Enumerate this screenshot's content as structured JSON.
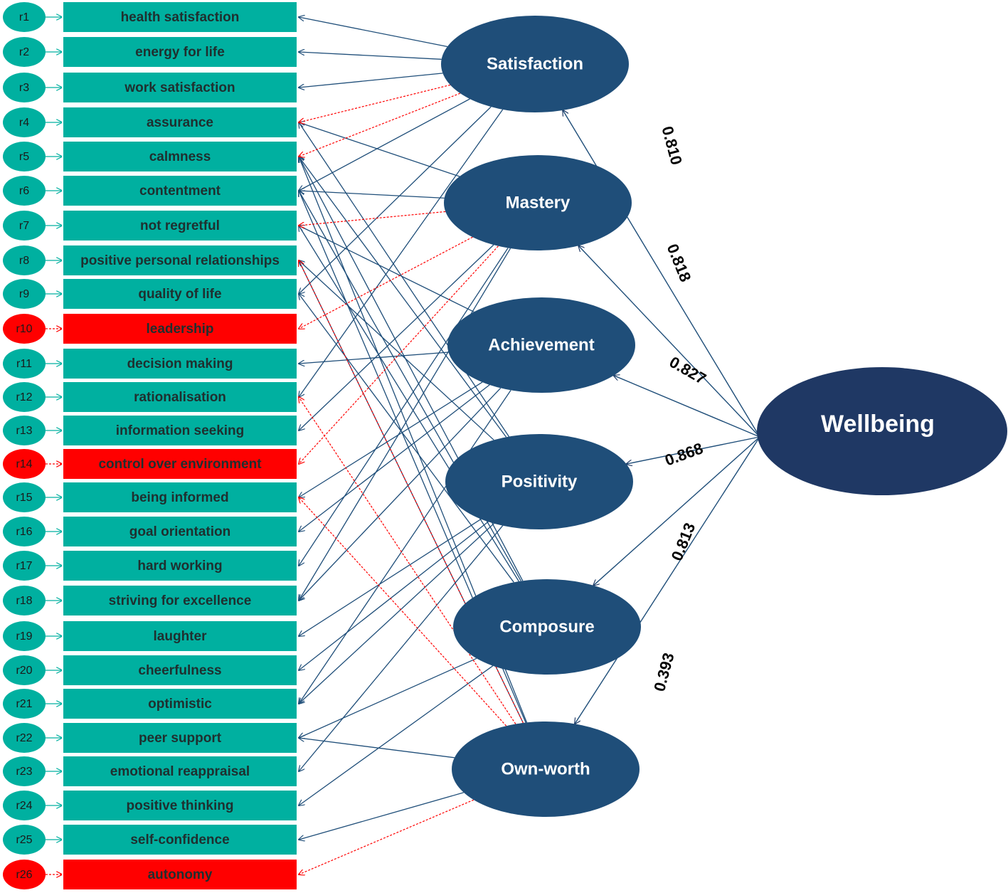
{
  "items": [
    {
      "residual": "r1",
      "label": "health satisfaction",
      "flagged": false
    },
    {
      "residual": "r2",
      "label": "energy for life",
      "flagged": false
    },
    {
      "residual": "r3",
      "label": "work satisfaction",
      "flagged": false
    },
    {
      "residual": "r4",
      "label": "assurance",
      "flagged": false
    },
    {
      "residual": "r5",
      "label": "calmness",
      "flagged": false
    },
    {
      "residual": "r6",
      "label": "contentment",
      "flagged": false
    },
    {
      "residual": "r7",
      "label": "not regretful",
      "flagged": false
    },
    {
      "residual": "r8",
      "label": "positive personal relationships",
      "flagged": false
    },
    {
      "residual": "r9",
      "label": "quality of life",
      "flagged": false
    },
    {
      "residual": "r10",
      "label": "leadership",
      "flagged": true
    },
    {
      "residual": "r11",
      "label": "decision making",
      "flagged": false
    },
    {
      "residual": "r12",
      "label": "rationalisation",
      "flagged": false
    },
    {
      "residual": "r13",
      "label": "information seeking",
      "flagged": false
    },
    {
      "residual": "r14",
      "label": "control over environment",
      "flagged": true
    },
    {
      "residual": "r15",
      "label": "being informed",
      "flagged": false
    },
    {
      "residual": "r16",
      "label": "goal orientation",
      "flagged": false
    },
    {
      "residual": "r17",
      "label": "hard working",
      "flagged": false
    },
    {
      "residual": "r18",
      "label": "striving for excellence",
      "flagged": false
    },
    {
      "residual": "r19",
      "label": "laughter",
      "flagged": false
    },
    {
      "residual": "r20",
      "label": "cheerfulness",
      "flagged": false
    },
    {
      "residual": "r21",
      "label": "optimistic",
      "flagged": false
    },
    {
      "residual": "r22",
      "label": "peer support",
      "flagged": false
    },
    {
      "residual": "r23",
      "label": "emotional reappraisal",
      "flagged": false
    },
    {
      "residual": "r24",
      "label": "positive thinking",
      "flagged": false
    },
    {
      "residual": "r25",
      "label": "self-confidence",
      "flagged": false
    },
    {
      "residual": "r26",
      "label": "autonomy",
      "flagged": true
    }
  ],
  "factors": [
    {
      "label": "Satisfaction",
      "loading": "0.810"
    },
    {
      "label": "Mastery",
      "loading": "0.818"
    },
    {
      "label": "Achievement",
      "loading": "0.827"
    },
    {
      "label": "Positivity",
      "loading": "0.868"
    },
    {
      "label": "Composure",
      "loading": "0.813"
    },
    {
      "label": "Own-worth",
      "loading": "0.393"
    }
  ],
  "wellbeing": {
    "label": "Wellbeing"
  },
  "paths": {
    "solid": [
      [
        0,
        0
      ],
      [
        0,
        1
      ],
      [
        0,
        2
      ],
      [
        0,
        5
      ],
      [
        0,
        8
      ],
      [
        0,
        11
      ],
      [
        1,
        3
      ],
      [
        1,
        5
      ],
      [
        1,
        12
      ],
      [
        1,
        16
      ],
      [
        1,
        17
      ],
      [
        2,
        6
      ],
      [
        2,
        10
      ],
      [
        2,
        14
      ],
      [
        2,
        15
      ],
      [
        2,
        17
      ],
      [
        2,
        20
      ],
      [
        3,
        3
      ],
      [
        3,
        4
      ],
      [
        3,
        7
      ],
      [
        3,
        18
      ],
      [
        3,
        19
      ],
      [
        3,
        20
      ],
      [
        3,
        22
      ],
      [
        4,
        4
      ],
      [
        4,
        5
      ],
      [
        4,
        6
      ],
      [
        4,
        8
      ],
      [
        4,
        21
      ],
      [
        4,
        23
      ],
      [
        5,
        4
      ],
      [
        5,
        5
      ],
      [
        5,
        7
      ],
      [
        5,
        21
      ],
      [
        5,
        24
      ]
    ],
    "dashed": [
      [
        0,
        3
      ],
      [
        0,
        4
      ],
      [
        1,
        6
      ],
      [
        1,
        9
      ],
      [
        1,
        13
      ],
      [
        5,
        7
      ],
      [
        5,
        11
      ],
      [
        5,
        14
      ],
      [
        5,
        25
      ]
    ]
  },
  "colors": {
    "item_fill": "#00b0a0",
    "flagged_fill": "#ff0000",
    "factor_fill": "#1f4e79",
    "wellbeing_fill": "#1f3864",
    "solid_arrow": "#1f4e79",
    "dashed_arrow": "#ff0000",
    "residual_arrow": "#00b0a0"
  }
}
